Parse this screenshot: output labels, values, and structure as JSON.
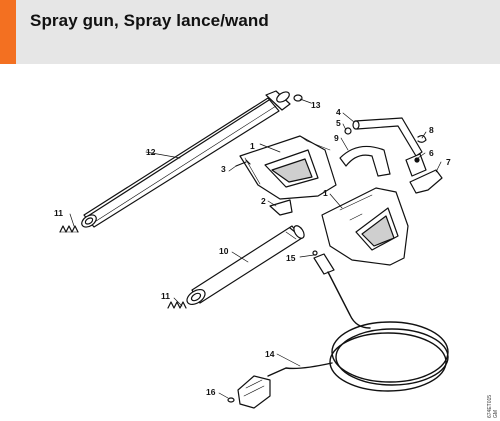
{
  "header": {
    "title": "Spray gun, Spray lance/wand",
    "accent_color": "#f37021",
    "background_color": "#e6e6e6"
  },
  "diagram": {
    "reference_code": "674ET015 GM",
    "callouts": [
      "1",
      "1",
      "2",
      "3",
      "4",
      "5",
      "6",
      "7",
      "8",
      "9",
      "10",
      "11",
      "11",
      "12",
      "13",
      "14",
      "15",
      "16"
    ]
  }
}
